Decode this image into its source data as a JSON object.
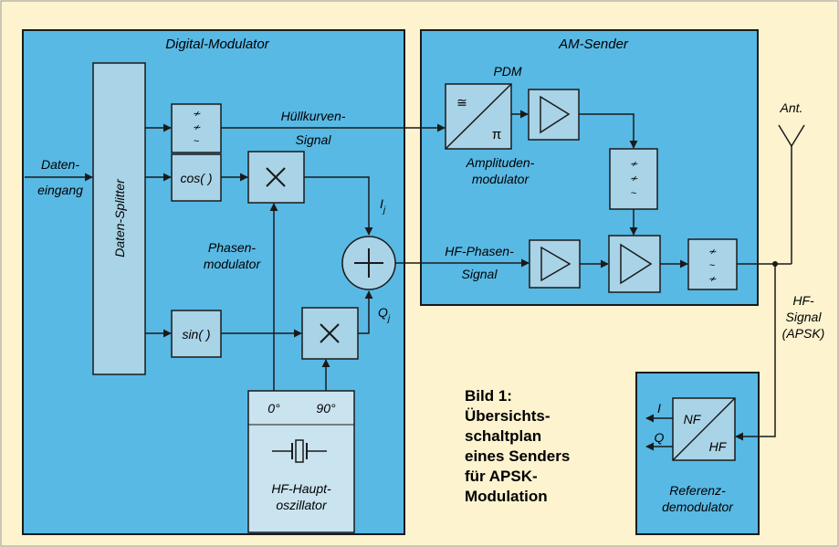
{
  "digital_modulator": {
    "title": "Digital-Modulator",
    "splitter": "Daten-Splitter",
    "input_label": [
      "Daten-",
      "eingang"
    ],
    "cos_block": "cos( )",
    "sin_block": "sin( )",
    "filter_symbol": "≁\n≁\n~",
    "multiplier_symbol": "×",
    "adder_symbol": "+",
    "phase_mod": [
      "Phasen-",
      "modulator"
    ],
    "i_label": "I",
    "i_sub": "j",
    "q_label": "Q",
    "q_sub": "j",
    "osc_0": "0°",
    "osc_90": "90°",
    "osc_name": [
      "HF-Haupt-",
      "oszillator"
    ]
  },
  "am_sender": {
    "title": "AM-Sender",
    "pdm": "PDM",
    "pdm_sym_top": "≅",
    "pdm_sym_bottom": "π",
    "amp_mod": [
      "Amplituden-",
      "modulator"
    ]
  },
  "signals": {
    "envelope": [
      "Hüllkurven-",
      "Signal"
    ],
    "hf_phase": [
      "HF-Phasen-",
      "Signal"
    ],
    "antenna": "Ant.",
    "hf_signal": [
      "HF-",
      "Signal",
      "(APSK)"
    ]
  },
  "reference_demod": {
    "nf": "NF",
    "hf": "HF",
    "i": "I",
    "q": "Q",
    "name": [
      "Referenz-",
      "demodulator"
    ]
  },
  "caption": [
    "Bild 1:",
    "Übersichts-",
    "schaltplan",
    "eines Senders",
    "für APSK-",
    "Modulation"
  ],
  "colors": {
    "background": "#fdf3cf",
    "panel": "#58b9e4",
    "block": "#a9d3e6",
    "osc_panel": "#c9e3ef",
    "line": "#1a1a1a"
  }
}
